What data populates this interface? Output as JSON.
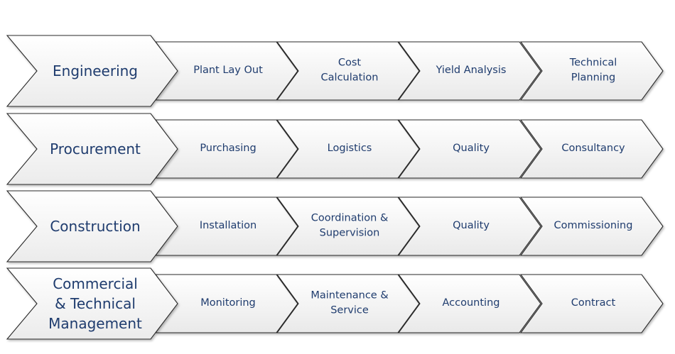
{
  "rows": [
    {
      "main": {
        "lines": [
          "Engineering"
        ]
      },
      "steps": [
        {
          "lines": [
            "Plant Lay Out"
          ]
        },
        {
          "lines": [
            "Cost",
            "Calculation"
          ]
        },
        {
          "lines": [
            "Yield Analysis"
          ]
        },
        {
          "lines": [
            "Technical",
            "Planning"
          ]
        }
      ]
    },
    {
      "main": {
        "lines": [
          "Procurement"
        ]
      },
      "steps": [
        {
          "lines": [
            "Purchasing"
          ]
        },
        {
          "lines": [
            "Logistics"
          ]
        },
        {
          "lines": [
            "Quality"
          ]
        },
        {
          "lines": [
            "Consultancy"
          ]
        }
      ]
    },
    {
      "main": {
        "lines": [
          "Construction"
        ]
      },
      "steps": [
        {
          "lines": [
            "Installation"
          ]
        },
        {
          "lines": [
            "Coordination &",
            "Supervision"
          ]
        },
        {
          "lines": [
            "Quality"
          ]
        },
        {
          "lines": [
            "Commissioning"
          ]
        }
      ]
    },
    {
      "main": {
        "lines": [
          "Commercial",
          "& Technical",
          "Management"
        ]
      },
      "steps": [
        {
          "lines": [
            "Monitoring"
          ]
        },
        {
          "lines": [
            "Maintenance &",
            "Service"
          ]
        },
        {
          "lines": [
            "Accounting"
          ]
        },
        {
          "lines": [
            "Contract"
          ]
        }
      ]
    }
  ],
  "colors": {
    "text": "#1f3c6e",
    "stroke": "#2a2a2a",
    "fill_light": "#ffffff",
    "fill_shade": "#e9e9e9"
  }
}
